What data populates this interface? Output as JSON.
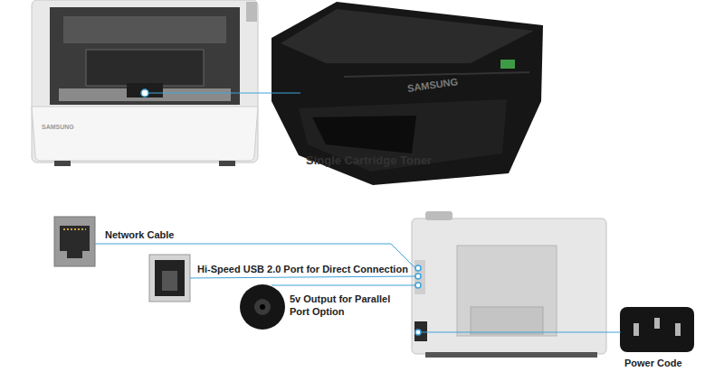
{
  "diagram": {
    "labels": [
      "SAMSUNG",
      "SAMSUNG",
      "Single Cartridge Toner",
      "Network Cable",
      "Hi-Speed USB 2.0 Port for Direct Connection",
      "5v Output for Parallel Port Option",
      "Power Code"
    ]
  }
}
